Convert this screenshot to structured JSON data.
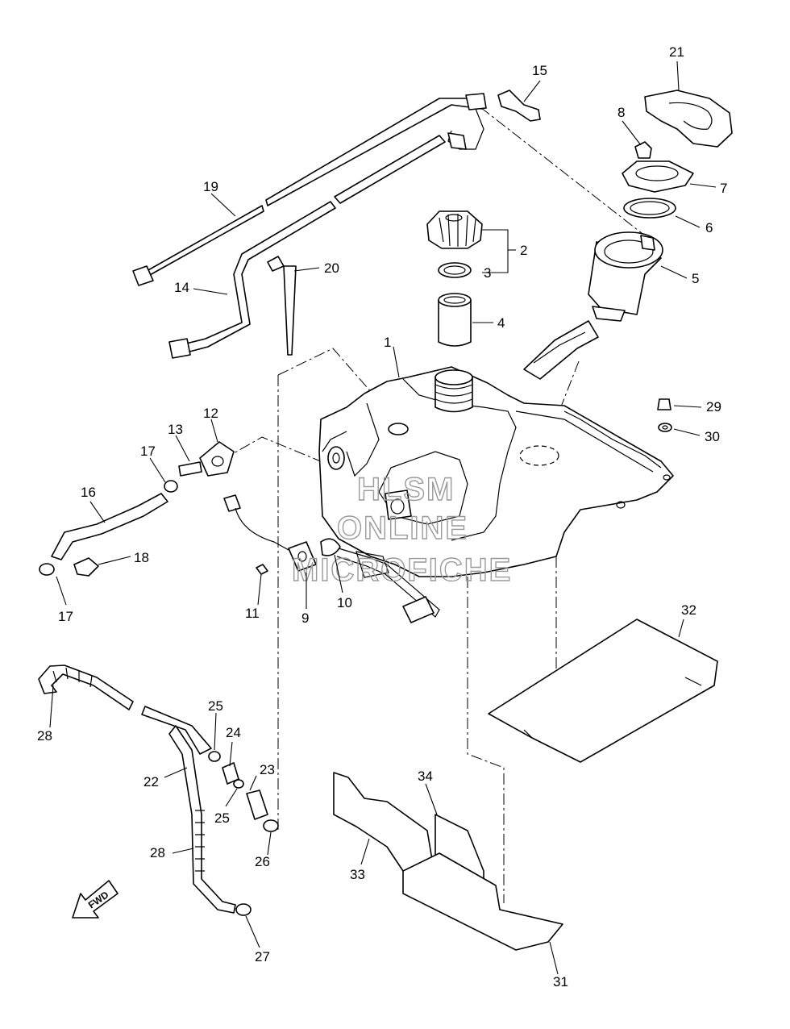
{
  "diagram": {
    "type": "exploded parts diagram",
    "direction_label": "FWD",
    "watermark": [
      "HLSM",
      "ONLINE",
      "MICROFICHE"
    ],
    "callouts": [
      "1",
      "2",
      "3",
      "4",
      "5",
      "6",
      "7",
      "8",
      "9",
      "10",
      "11",
      "12",
      "13",
      "14",
      "15",
      "16",
      "17",
      "17",
      "18",
      "19",
      "20",
      "21",
      "22",
      "23",
      "24",
      "25",
      "25",
      "26",
      "27",
      "28",
      "28",
      "29",
      "30",
      "31",
      "32",
      "33",
      "34"
    ]
  }
}
